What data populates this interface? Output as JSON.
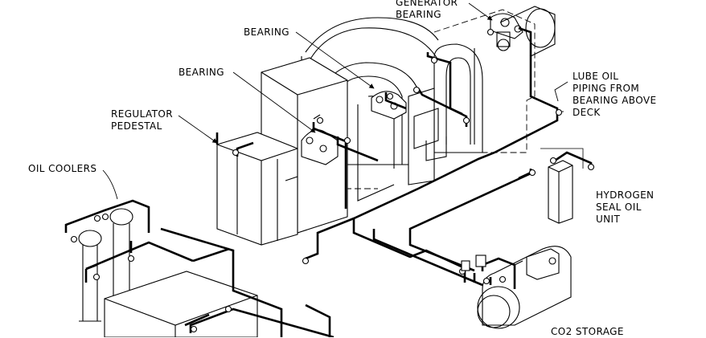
{
  "labels": {
    "generator_bearing": [
      "GENERATOR",
      "BEARING"
    ],
    "bearing_upper": "BEARING",
    "bearing_lower": "BEARING",
    "regulator_pedestal": [
      "REGULATOR",
      "PEDESTAL"
    ],
    "oil_coolers": "OIL COOLERS",
    "lube_oil_piping": [
      "LUBE OIL",
      "PIPING FROM",
      "BEARING ABOVE",
      "DECK"
    ],
    "hydrogen_seal_oil_unit": [
      "HYDROGEN",
      "SEAL OIL",
      "UNIT"
    ],
    "co2_storage": "CO2 STORAGE"
  }
}
